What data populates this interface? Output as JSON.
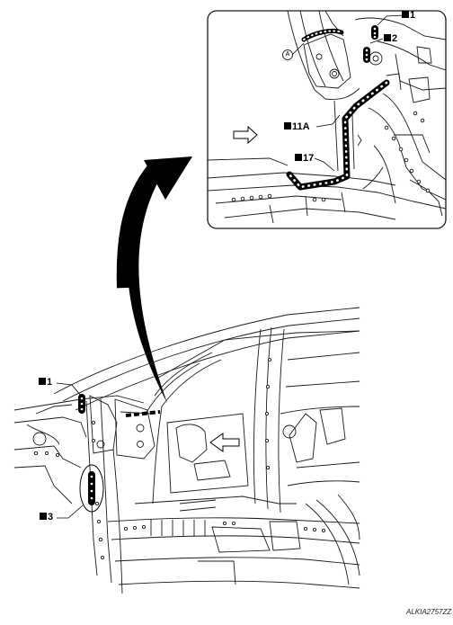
{
  "callouts": {
    "inset_1": "1",
    "inset_2": "2",
    "inset_11a": "11A",
    "inset_17": "17",
    "inset_a": "A",
    "main_1": "1",
    "main_3": "3"
  },
  "figure_ref": "ALKIA2757ZZ",
  "colors": {
    "line": "#1a1a1a",
    "ink": "#000000",
    "background": "#ffffff"
  },
  "icons": {
    "view_direction_inset": "hollow-arrow-right",
    "view_direction_main": "hollow-arrow-left",
    "transition": "curved-black-arrow"
  }
}
